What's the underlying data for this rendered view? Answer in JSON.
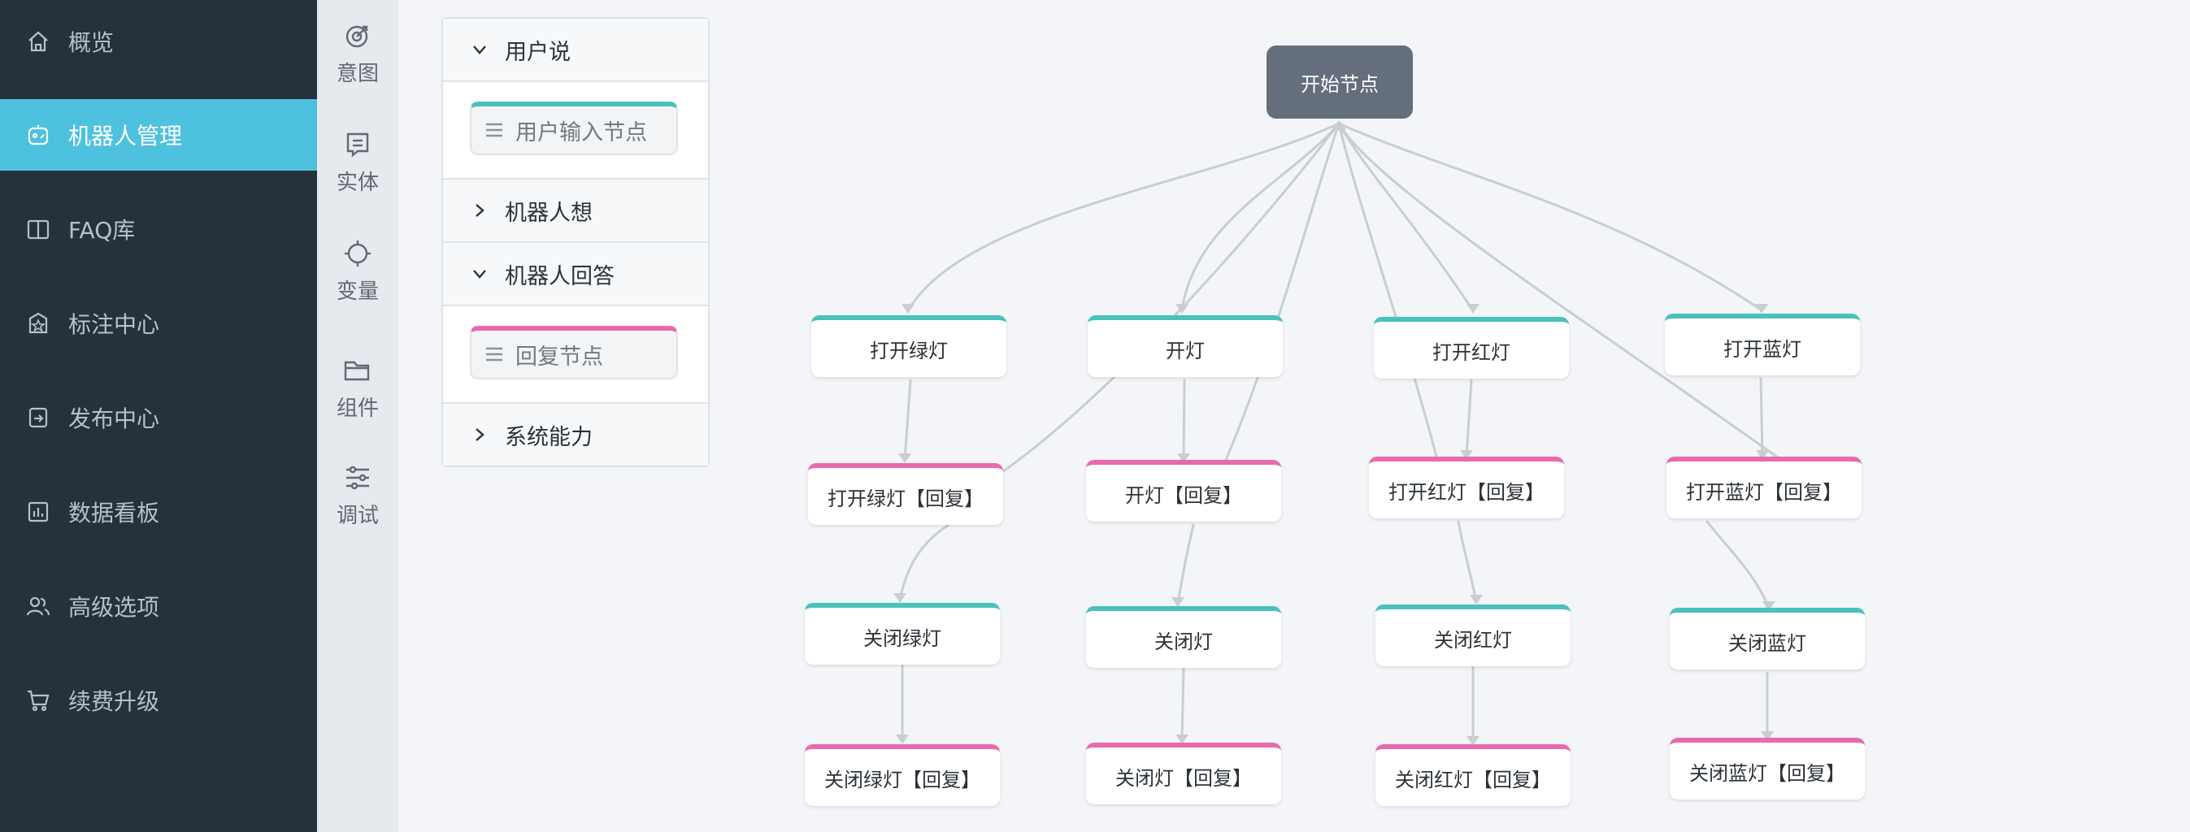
{
  "sidebar": {
    "items": [
      {
        "label": "概览",
        "icon": "home-icon"
      },
      {
        "label": "机器人管理",
        "icon": "robot-icon",
        "active": true
      },
      {
        "label": "FAQ库",
        "icon": "book-icon"
      },
      {
        "label": "标注中心",
        "icon": "star-tag-icon"
      },
      {
        "label": "发布中心",
        "icon": "publish-icon"
      },
      {
        "label": "数据看板",
        "icon": "dashboard-icon"
      },
      {
        "label": "高级选项",
        "icon": "users-icon"
      },
      {
        "label": "续费升级",
        "icon": "cart-icon"
      }
    ]
  },
  "toolbar": {
    "items": [
      {
        "label": "意图",
        "icon": "target-icon"
      },
      {
        "label": "实体",
        "icon": "document-icon"
      },
      {
        "label": "变量",
        "icon": "crosshair-icon"
      },
      {
        "label": "组件",
        "icon": "folder-icon"
      },
      {
        "label": "调试",
        "icon": "sliders-icon"
      }
    ]
  },
  "palette": {
    "sections": [
      {
        "title": "用户说",
        "expanded": true,
        "card": {
          "label": "用户输入节点",
          "color": "#49c1bc"
        }
      },
      {
        "title": "机器人想",
        "expanded": false
      },
      {
        "title": "机器人回答",
        "expanded": true,
        "card": {
          "label": "回复节点",
          "color": "#e86aad"
        }
      },
      {
        "title": "系统能力",
        "expanded": false
      }
    ]
  },
  "flow": {
    "start": "开始节点",
    "colors": {
      "intent": "#49c1bc",
      "reply": "#e86aad",
      "start": "#646e7c"
    },
    "columns": [
      {
        "intent": "打开绿灯",
        "reply": "打开绿灯【回复】",
        "intent2": "关闭绿灯",
        "reply2": "关闭绿灯【回复】"
      },
      {
        "intent": "开灯",
        "reply": "开灯【回复】",
        "intent2": "关闭灯",
        "reply2": "关闭灯【回复】"
      },
      {
        "intent": "打开红灯",
        "reply": "打开红灯【回复】",
        "intent2": "关闭红灯",
        "reply2": "关闭红灯【回复】"
      },
      {
        "intent": "打开蓝灯",
        "reply": "打开蓝灯【回复】",
        "intent2": "关闭蓝灯",
        "reply2": "关闭蓝灯【回复】"
      }
    ]
  }
}
